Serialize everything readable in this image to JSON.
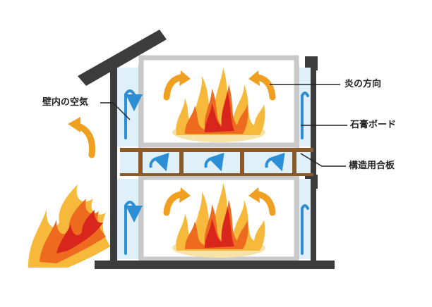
{
  "labels": {
    "wall_air": "壁内の空気",
    "flame_direction": "炎の方向",
    "gypsum_board": "石膏ボード",
    "structural_plywood": "構造用合板"
  },
  "colors": {
    "frame": "#3c3c3c",
    "board": "#c9c9c9",
    "wall_gap": "#dff0f8",
    "air_arrow": "#2c8fd6",
    "beam": "#8a5a2b",
    "flame_arrow": "#f0a020",
    "flame_outer": "#f6b93b",
    "flame_mid": "#ee6a1f",
    "flame_inner": "#d8261c",
    "flame_base": "#f7e3a6"
  }
}
